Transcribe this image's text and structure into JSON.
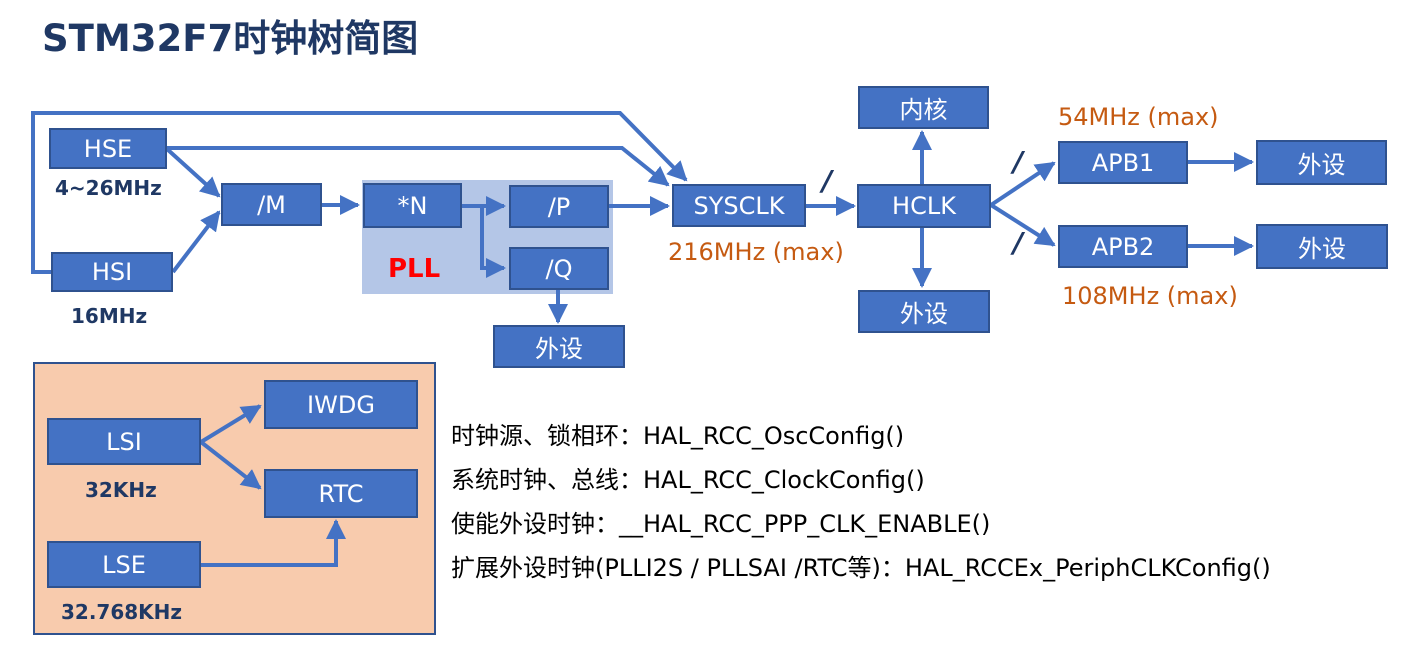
{
  "title": "STM32F7时钟树简图",
  "nodes": {
    "hse": "HSE",
    "hsi": "HSI",
    "div_m": "/M",
    "mul_n": "*N",
    "div_p": "/P",
    "div_q": "/Q",
    "pll_periph": "外设",
    "sysclk": "SYSCLK",
    "hclk": "HCLK",
    "core": "内核",
    "hclk_periph": "外设",
    "apb1": "APB1",
    "apb1_periph": "外设",
    "apb2": "APB2",
    "apb2_periph": "外设",
    "lsi": "LSI",
    "lse": "LSE",
    "iwdg": "IWDG",
    "rtc": "RTC"
  },
  "pll_label": "PLL",
  "freqs": {
    "hse": "4~26MHz",
    "hsi": "16MHz",
    "lsi": "32KHz",
    "lse": "32.768KHz",
    "sysclk_max": "216MHz (max)",
    "apb1_max": "54MHz (max)",
    "apb2_max": "108MHz (max)"
  },
  "divider_mark": "/",
  "functions": [
    "时钟源、锁相环：HAL_RCC_OscConfig()",
    "系统时钟、总线：HAL_RCC_ClockConfig()",
    "使能外设时钟：__HAL_RCC_PPP_CLK_ENABLE()",
    "扩展外设时钟(PLLI2S / PLLSAI /RTC等)：HAL_RCCEx_PeriphCLKConfig()"
  ],
  "colors": {
    "box_fill": "#4472c4",
    "box_border": "#2f528f",
    "arrow": "#4472c4",
    "pll_background": "#b4c6e7",
    "low_speed_panel": "#f8cbad",
    "max_freq_text": "#c55a11",
    "pll_label": "#ff0000",
    "title": "#1f3864"
  }
}
